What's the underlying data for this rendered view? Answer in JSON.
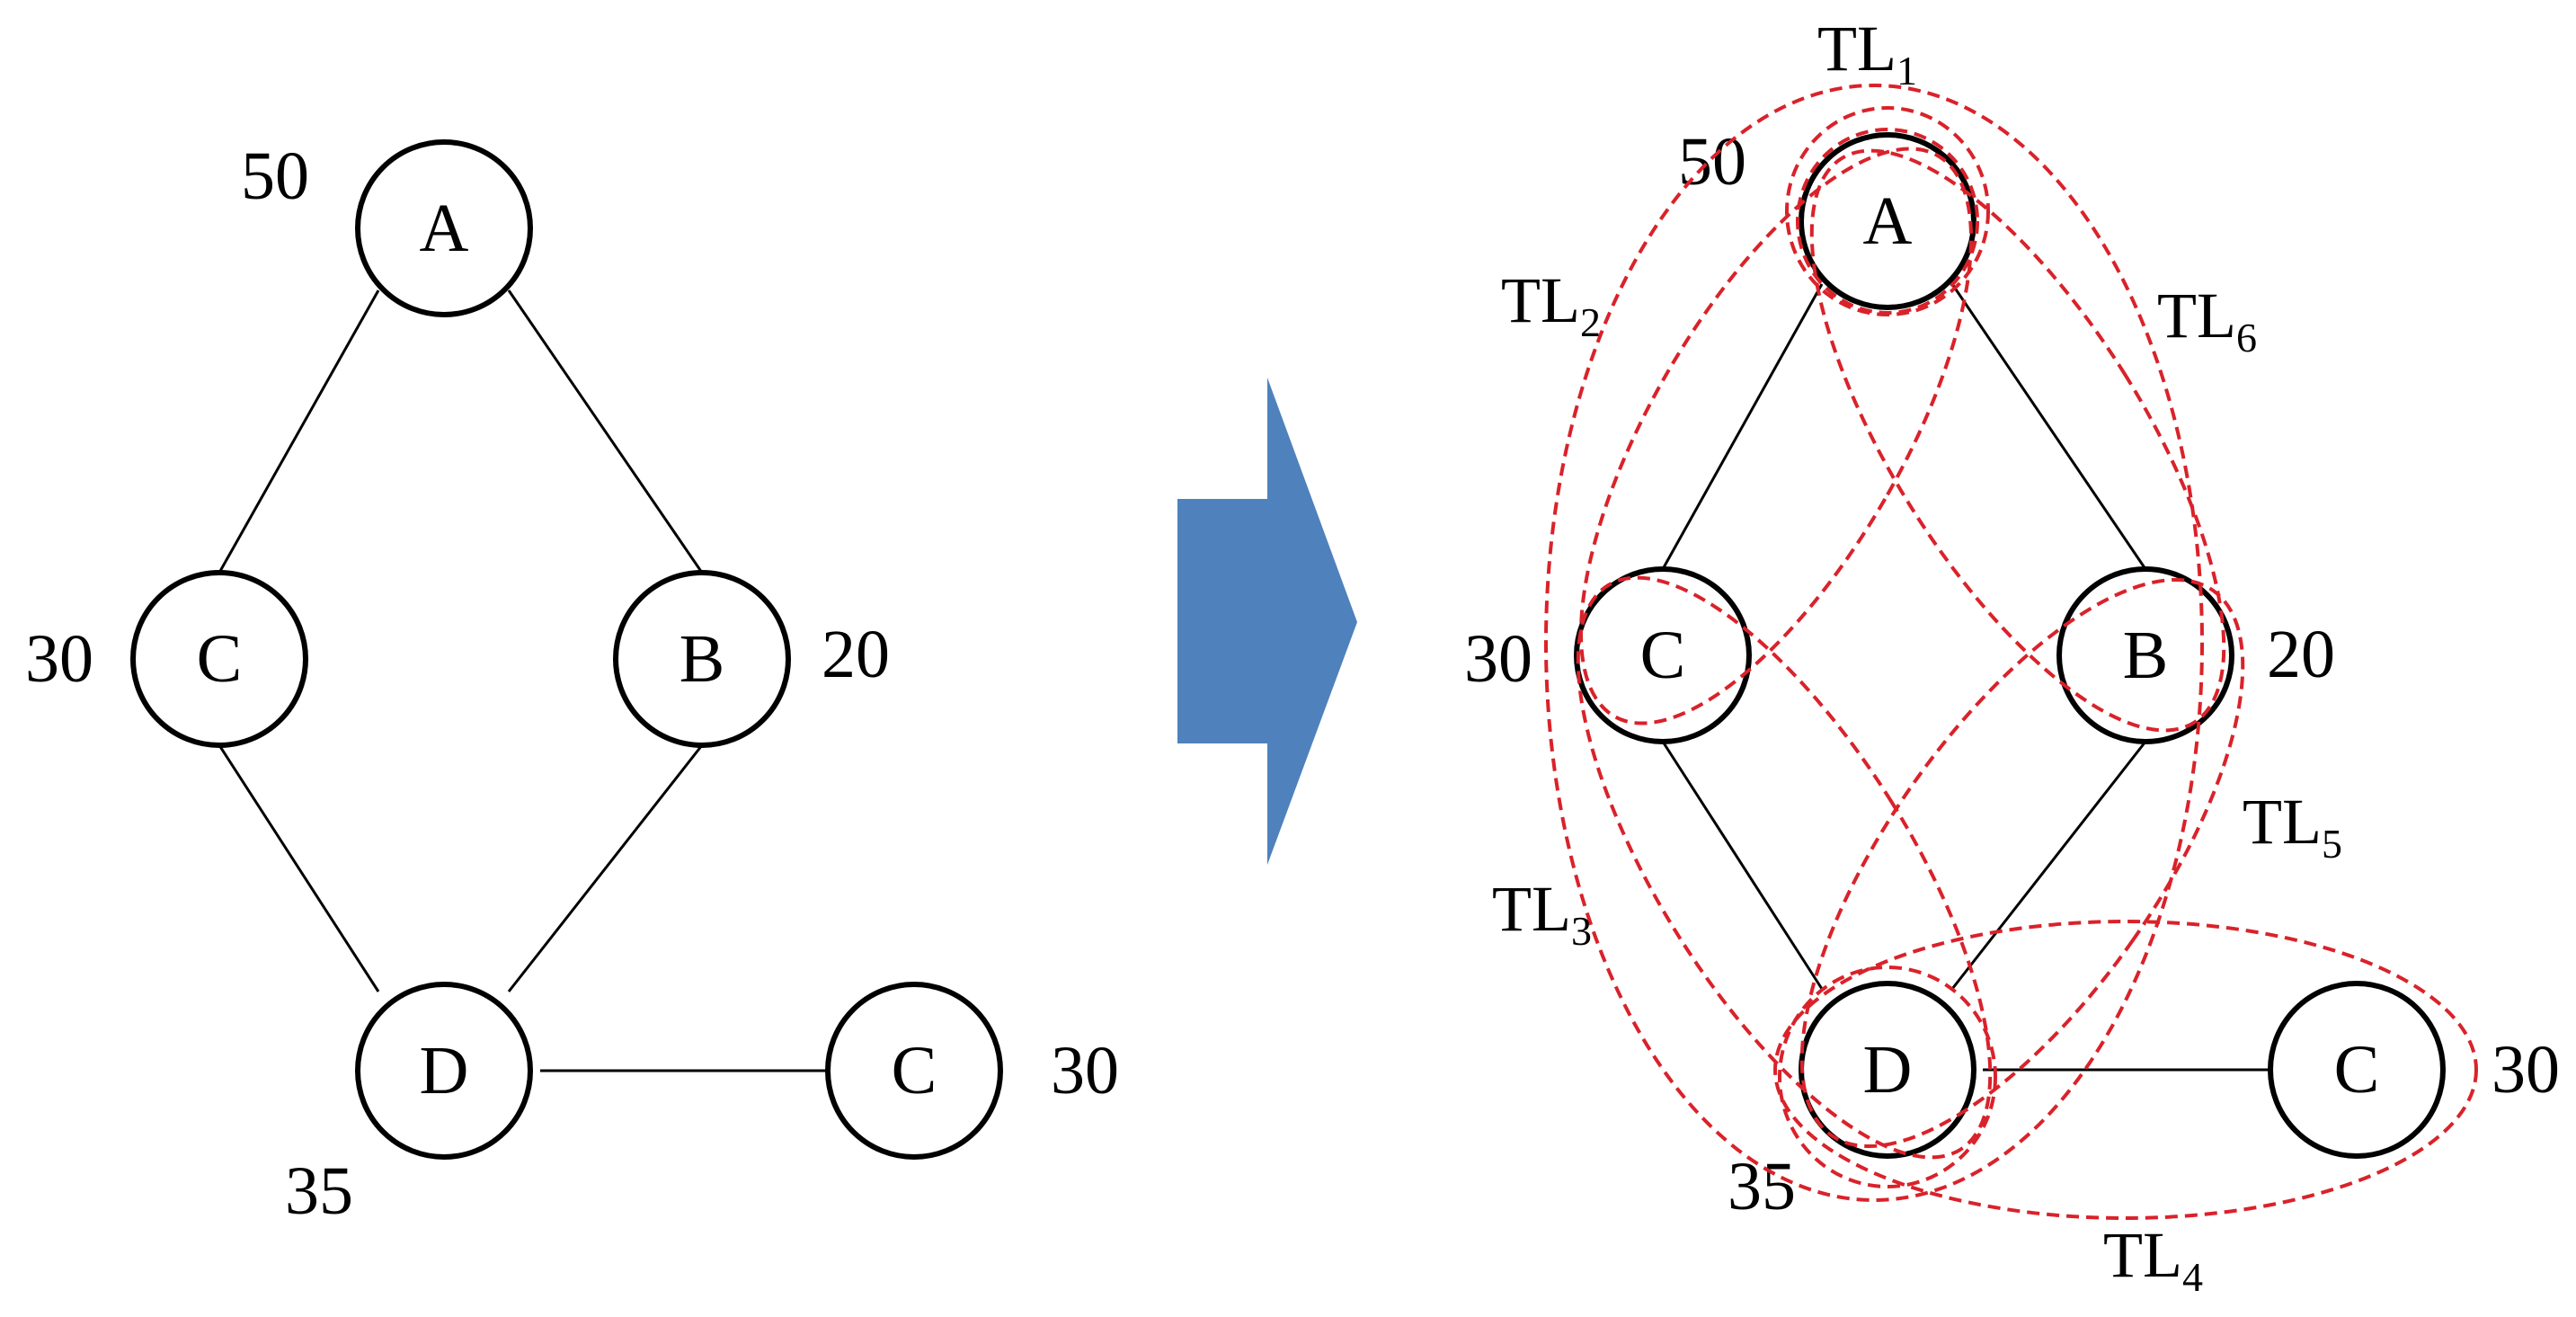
{
  "colors": {
    "arrow": "#4f81bd",
    "tl_ring": "#d9222a",
    "node_stroke": "#000000"
  },
  "left_graph": {
    "nodes": {
      "A": {
        "label": "A",
        "weight": "50"
      },
      "C1": {
        "label": "C",
        "weight": "30"
      },
      "B": {
        "label": "B",
        "weight": "20"
      },
      "D": {
        "label": "D",
        "weight": "35"
      },
      "C2": {
        "label": "C",
        "weight": "30"
      }
    }
  },
  "right_graph": {
    "nodes": {
      "A": {
        "label": "A",
        "weight": "50"
      },
      "C1": {
        "label": "C",
        "weight": "30"
      },
      "B": {
        "label": "B",
        "weight": "20"
      },
      "D": {
        "label": "D",
        "weight": "35"
      },
      "C2": {
        "label": "C",
        "weight": "30"
      }
    },
    "tl_groups": {
      "tl1": {
        "base": "TL",
        "sub": "1"
      },
      "tl2": {
        "base": "TL",
        "sub": "2"
      },
      "tl3": {
        "base": "TL",
        "sub": "3"
      },
      "tl4": {
        "base": "TL",
        "sub": "4"
      },
      "tl5": {
        "base": "TL",
        "sub": "5"
      },
      "tl6": {
        "base": "TL",
        "sub": "6"
      }
    }
  },
  "arrow_icon": "right-arrow-icon"
}
